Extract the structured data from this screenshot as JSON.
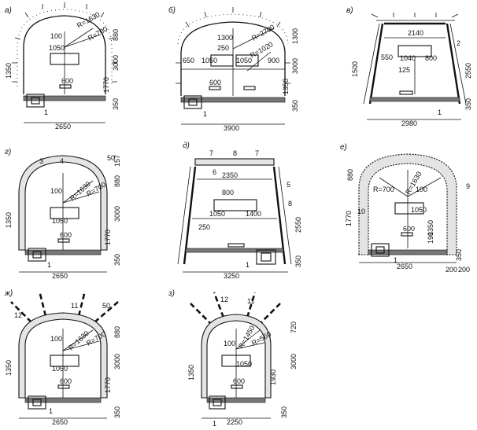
{
  "panels": [
    {
      "label": "а)",
      "dims": [
        "100",
        "R=1630",
        "R=700",
        "1050",
        "600",
        "1350",
        "1770",
        "3000",
        "880",
        "350",
        "2650"
      ],
      "callouts": [
        "1"
      ]
    },
    {
      "label": "б)",
      "dims": [
        "1300",
        "250",
        "R=2700",
        "R=1020",
        "650",
        "1050",
        "1050",
        "900",
        "600",
        "1300",
        "3000",
        "1350",
        "350",
        "3900"
      ],
      "callouts": [
        "1"
      ]
    },
    {
      "label": "в)",
      "dims": [
        "2140",
        "550",
        "1040",
        "800",
        "125",
        "1500",
        "2550",
        "350",
        "2980"
      ],
      "callouts": [
        "2",
        "1"
      ]
    },
    {
      "label": "г)",
      "dims": [
        "100",
        "R=1630",
        "R=700",
        "1050",
        "600",
        "1350",
        "1770",
        "3000",
        "880",
        "50",
        "157",
        "350",
        "2650"
      ],
      "callouts": [
        "3",
        "4",
        "1"
      ]
    },
    {
      "label": "д)",
      "dims": [
        "2350",
        "800",
        "1050",
        "1400",
        "250",
        "2550",
        "350",
        "3250"
      ],
      "callouts": [
        "7",
        "8",
        "7",
        "6",
        "5",
        "8",
        "1"
      ]
    },
    {
      "label": "е)",
      "dims": [
        "880",
        "R=700",
        "R=1630",
        "100",
        "1050",
        "1770",
        "1350",
        "600",
        "190",
        "350",
        "200",
        "2650",
        "200"
      ],
      "callouts": [
        "9",
        "10",
        "1"
      ]
    },
    {
      "label": "ж)",
      "dims": [
        "100",
        "R=1630",
        "R=700",
        "1050",
        "600",
        "1350",
        "1770",
        "3000",
        "880",
        "50",
        "350",
        "2650"
      ],
      "callouts": [
        "12",
        "11",
        "1"
      ]
    },
    {
      "label": "з)",
      "dims": [
        "100",
        "R=1450",
        "R=560",
        "1050",
        "600",
        "1350",
        "1930",
        "3000",
        "720",
        "350",
        "2250"
      ],
      "callouts": [
        "12",
        "11",
        "1"
      ]
    }
  ]
}
